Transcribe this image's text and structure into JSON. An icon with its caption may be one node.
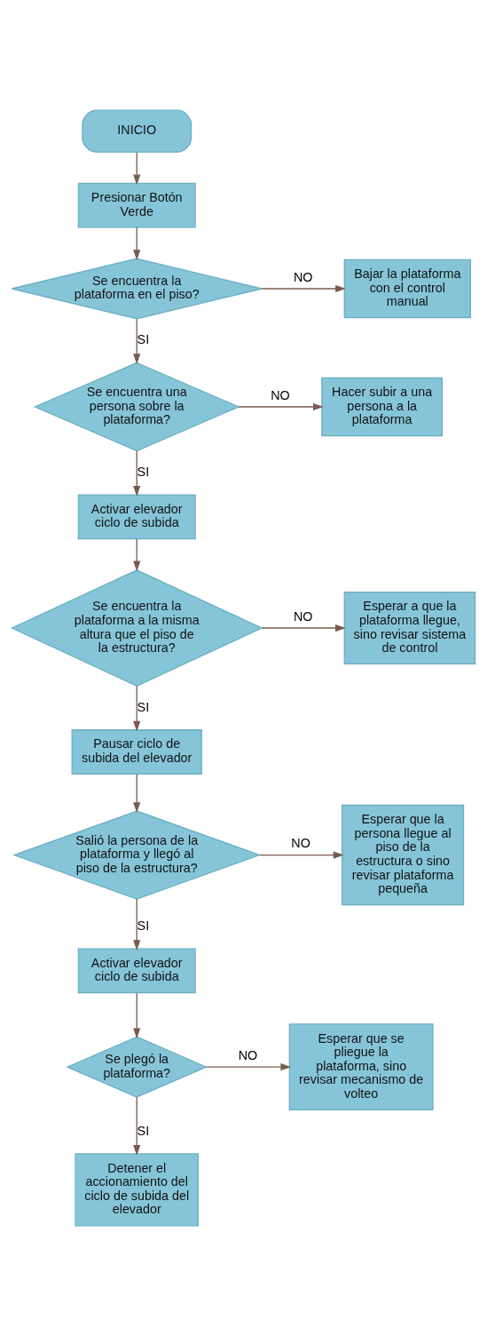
{
  "diagram": {
    "nodes": [
      {
        "text": [
          "INICIO"
        ]
      },
      {
        "text": [
          "Presionar Botón Verde"
        ]
      },
      {
        "text": [
          "Se encuentra la plataforma en el piso?"
        ]
      },
      {
        "text": [
          "Bajar la plataforma con el control manual"
        ]
      },
      {
        "text": [
          "Se encuentra una persona sobre la plataforma?"
        ]
      },
      {
        "text": [
          "Hacer subir a una persona a la plataforma"
        ]
      },
      {
        "text": [
          "Activar elevador ciclo de subida"
        ]
      },
      {
        "text": [
          "Se encuentra la plataforma a la misma altura que el piso de la estructura?"
        ]
      },
      {
        "text": [
          "Esperar a que la plataforma llegue, sino revisar sistema de control"
        ]
      },
      {
        "text": [
          "Pausar ciclo de subida del elevador"
        ]
      },
      {
        "text": [
          "Salió la persona de la plataforma y llegó al piso de la estructura?"
        ]
      },
      {
        "text": [
          "Esperar que la persona llegue al piso de la estructura o sino revisar plataforma pequeña"
        ]
      },
      {
        "text": [
          "Activar elevador ciclo de subida"
        ]
      },
      {
        "text": [
          "Se plegó la plataforma?"
        ]
      },
      {
        "text": [
          "Esperar que se pliegue la plataforma, sino revisar mecanismo de volteo"
        ]
      },
      {
        "text": [
          "Detener el accionamiento del ciclo de subida del elevador"
        ]
      }
    ],
    "edges": [
      {
        "from": 0,
        "to": 1,
        "arrow": "to"
      },
      {
        "from": 1,
        "to": 2,
        "arrow": "to"
      },
      {
        "from": 2,
        "to": 3,
        "arrow": "to",
        "label": "NO"
      },
      {
        "from": 2,
        "to": 4,
        "arrow": "to",
        "label": "SI"
      },
      {
        "from": 4,
        "to": 5,
        "arrow": "to",
        "label": "NO"
      },
      {
        "from": 4,
        "to": 6,
        "arrow": "to",
        "label": "SI"
      },
      {
        "from": 6,
        "to": 7,
        "arrow": "to"
      },
      {
        "from": 7,
        "to": 8,
        "arrow": "to",
        "label": "NO"
      },
      {
        "from": 7,
        "to": 9,
        "arrow": "to",
        "label": "SI"
      },
      {
        "from": 9,
        "to": 10,
        "arrow": "to"
      },
      {
        "from": 10,
        "to": 11,
        "arrow": "to",
        "label": "NO"
      },
      {
        "from": 10,
        "to": 12,
        "arrow": "to",
        "label": "SI"
      },
      {
        "from": 12,
        "to": 13,
        "arrow": "to"
      },
      {
        "from": 13,
        "to": 14,
        "arrow": "to",
        "label": "NO"
      },
      {
        "from": 13,
        "to": 15,
        "arrow": "to",
        "label": "SI"
      }
    ]
  }
}
